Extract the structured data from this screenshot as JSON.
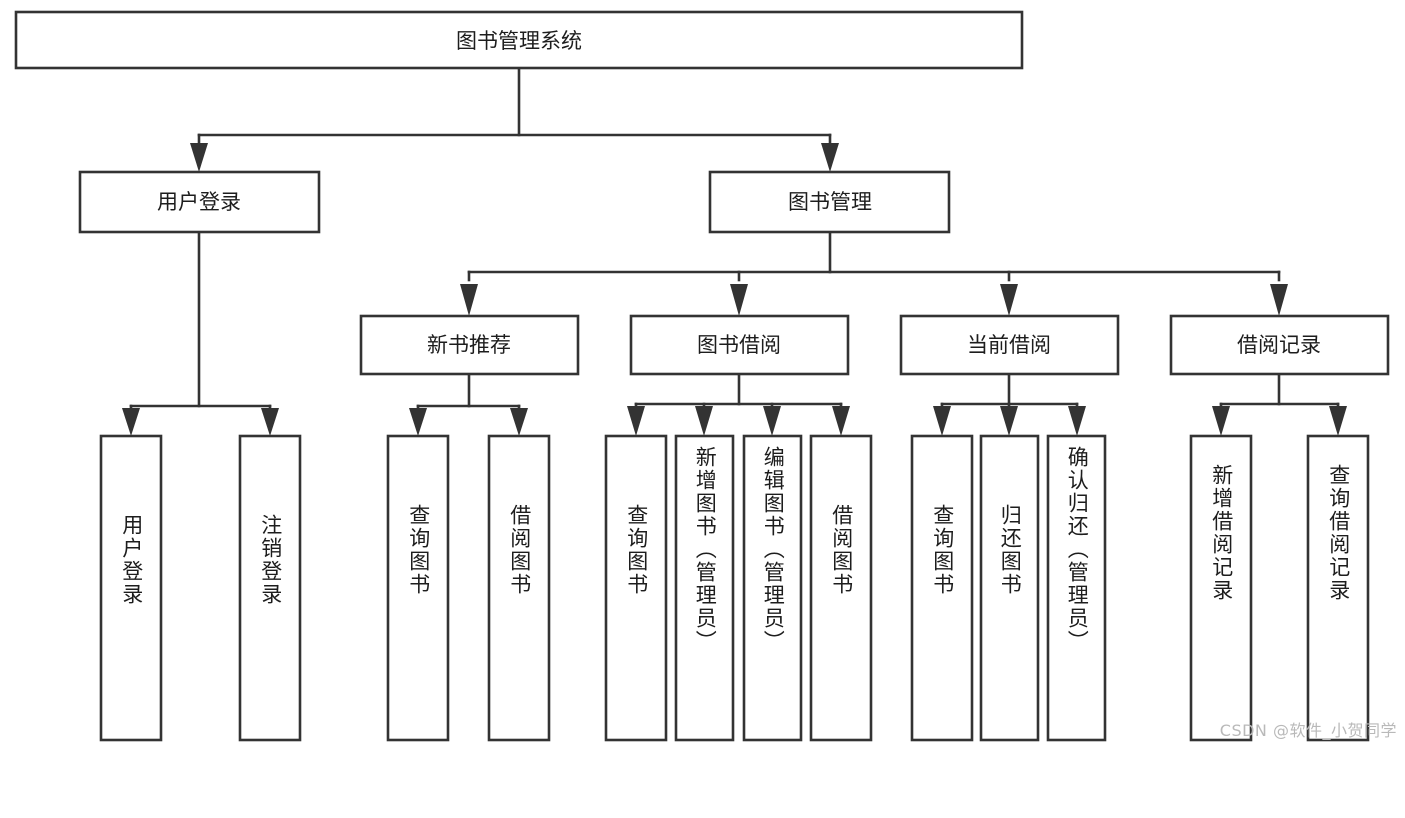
{
  "diagram": {
    "type": "tree-hierarchy-chart",
    "title": "图书管理系统",
    "watermark": "CSDN @软件_小贺同学",
    "colors": {
      "box_stroke": "#333333",
      "box_fill": "#ffffff",
      "text": "#1d1d1d",
      "background": "#ffffff",
      "watermark": "#b9b9b9"
    },
    "root": {
      "id": "root",
      "label": "图书管理系统"
    },
    "level2": [
      {
        "id": "user-login",
        "label": "用户登录"
      },
      {
        "id": "book-management",
        "label": "图书管理"
      }
    ],
    "level3": [
      {
        "id": "new-book-recommend",
        "label": "新书推荐",
        "parent": "book-management"
      },
      {
        "id": "book-borrow",
        "label": "图书借阅",
        "parent": "book-management"
      },
      {
        "id": "current-borrow",
        "label": "当前借阅",
        "parent": "book-management"
      },
      {
        "id": "borrow-record",
        "label": "借阅记录",
        "parent": "book-management"
      }
    ],
    "leaves": [
      {
        "id": "leaf-user-login",
        "label": "用户登录",
        "parent": "user-login"
      },
      {
        "id": "leaf-logout-login",
        "label": "注销登录",
        "parent": "user-login"
      },
      {
        "id": "leaf-query-book-1",
        "label": "查询图书",
        "parent": "new-book-recommend"
      },
      {
        "id": "leaf-borrow-book-1",
        "label": "借阅图书",
        "parent": "new-book-recommend"
      },
      {
        "id": "leaf-query-book-2",
        "label": "查询图书",
        "parent": "book-borrow"
      },
      {
        "id": "leaf-add-book",
        "label": "新增图书（管理员）",
        "parent": "book-borrow"
      },
      {
        "id": "leaf-edit-book",
        "label": "编辑图书（管理员）",
        "parent": "book-borrow"
      },
      {
        "id": "leaf-borrow-book-2",
        "label": "借阅图书",
        "parent": "book-borrow"
      },
      {
        "id": "leaf-query-book-3",
        "label": "查询图书",
        "parent": "current-borrow"
      },
      {
        "id": "leaf-return-book",
        "label": "归还图书",
        "parent": "current-borrow"
      },
      {
        "id": "leaf-confirm-return",
        "label": "确认归还（管理员）",
        "parent": "current-borrow"
      },
      {
        "id": "leaf-add-record",
        "label": "新增借阅记录",
        "parent": "borrow-record"
      },
      {
        "id": "leaf-query-record",
        "label": "查询借阅记录",
        "parent": "borrow-record"
      }
    ]
  }
}
